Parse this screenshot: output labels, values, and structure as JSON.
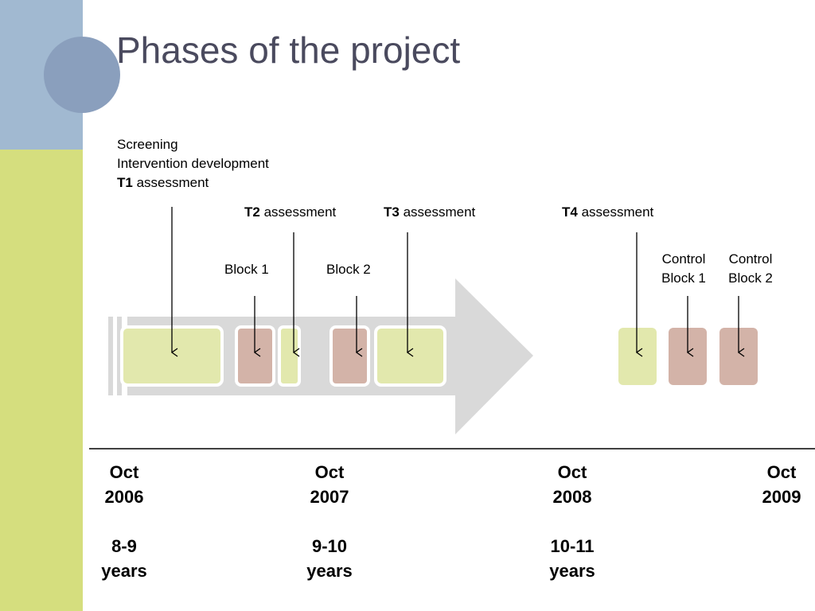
{
  "title": "Phases of the project",
  "colors": {
    "sidebar_blue": "#a1b9d1",
    "sidebar_green": "#d5de7e",
    "arrow_gray": "#d9d9d9",
    "phase_green": "#e2e8ad",
    "phase_rose": "#d3b3a8"
  },
  "labels": {
    "screening": "Screening",
    "intervention": "Intervention development",
    "t1_bold": "T1",
    "t1_rest": " assessment",
    "t2_bold": "T2",
    "t2_rest": " assessment",
    "t3_bold": "T3",
    "t3_rest": " assessment",
    "t4_bold": "T4",
    "t4_rest": " assessment",
    "block1": "Block 1",
    "block2": "Block 2",
    "control1_a": "Control",
    "control1_b": "Block 1",
    "control2_a": "Control",
    "control2_b": "Block 2"
  },
  "timeline": [
    {
      "month": "Oct",
      "year": "2006",
      "age": "8-9",
      "unit": "years"
    },
    {
      "month": "Oct",
      "year": "2007",
      "age": "9-10",
      "unit": "years"
    },
    {
      "month": "Oct",
      "year": "2008",
      "age": "10-11",
      "unit": "years"
    },
    {
      "month": "Oct",
      "year": "2009",
      "age": "",
      "unit": ""
    }
  ]
}
